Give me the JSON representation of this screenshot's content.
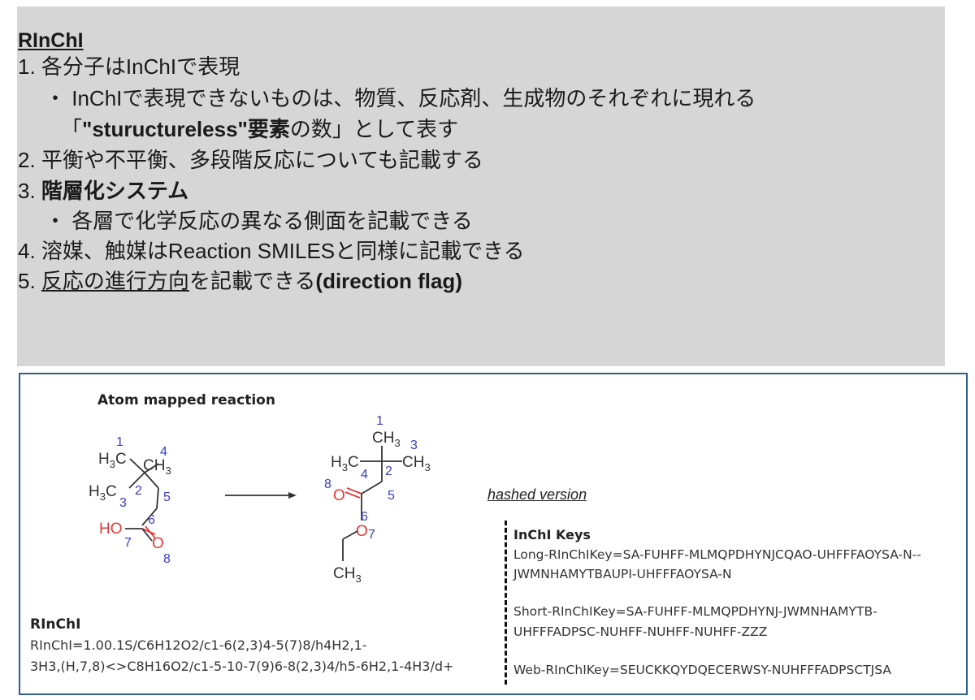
{
  "summary": {
    "title": "RInChI",
    "items": [
      {
        "num": "1.",
        "text": "各分子はInChIで表現"
      },
      {
        "bullet": "・",
        "text": "InChIで表現できないものは、物質、反応剤、生成物のそれぞれに現れる"
      },
      {
        "open": "「",
        "bold_text": "\"stuructureless\"要素",
        "rest": "の数」として表す"
      },
      {
        "num": "2.",
        "text": "平衡や不平衡、多段階反応についても記載する"
      },
      {
        "num": "3.",
        "bold_text": "階層化システム"
      },
      {
        "bullet": "・",
        "text": "各層で化学反応の異なる側面を記載できる"
      },
      {
        "num": "4.",
        "text": "溶媒、触媒はReaction SMILESと同様に記載できる"
      },
      {
        "num": "5.",
        "underlined_text": "反応の進行方向",
        "text": "を記載できる",
        "bold_text": "(direction flag)"
      }
    ]
  },
  "figure": {
    "atom_mapped_title": "Atom mapped reaction",
    "reactant": {
      "labels": [
        "H3C",
        "CH3",
        "H3C",
        "HO",
        "O"
      ],
      "atom_numbers": [
        "1",
        "2",
        "3",
        "4",
        "5",
        "6",
        "7",
        "8"
      ]
    },
    "product": {
      "labels": [
        "CH3",
        "H3C",
        "CH3",
        "O",
        "O",
        "CH3"
      ],
      "atom_numbers": [
        "1",
        "2",
        "3",
        "4",
        "5",
        "6",
        "7",
        "8"
      ]
    },
    "colors": {
      "atom_number": "#3a3ac8",
      "oxygen": "#e03a3a",
      "bond": "#333333",
      "panel_border": "#2f5d8f"
    },
    "rinchi_label": "RInChI",
    "rinchi_lines": [
      "RInChI=1.00.1S/C6H12O2/c1-6(2,3)4-5(7)8/h4H2,1-",
      "3H3,(H,7,8)<>C8H16O2/c1-5-10-7(9)6-8(2,3)4/h5-6H2,1-4H3/d+"
    ],
    "hashed_label": "hashed version",
    "inchi_keys_label": "InChI Keys",
    "long_key": [
      "Long-RInChIKey=SA-FUHFF-MLMQPDHYNJCQAO-UHFFFAOYSA-N--",
      "JWMNHAMYTBAUPI-UHFFFAOYSA-N"
    ],
    "short_key": [
      "Short-RInChIKey=SA-FUHFF-MLMQPDHYNJ-JWMNHAMYTB-",
      "UHFFFADPSC-NUHFF-NUHFF-NUHFF-ZZZ"
    ],
    "web_key": "Web-RInChIKey=SEUCKKQYDQECERWSY-NUHFFFADPSCTJSA"
  }
}
